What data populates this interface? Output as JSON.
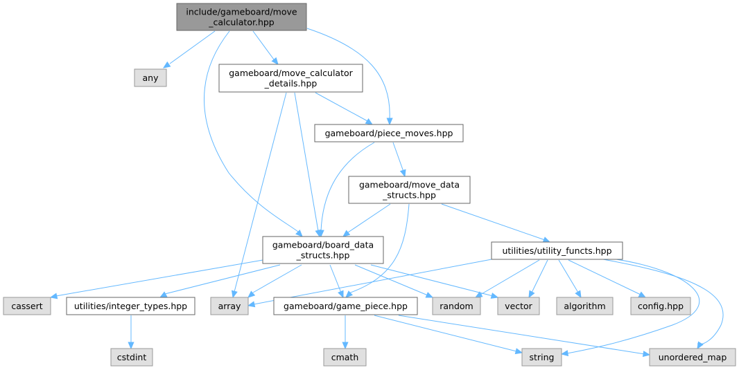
{
  "graph": {
    "title": "Include dependency graph for move_calculator.hpp",
    "colors": {
      "root_fill": "#999999",
      "root_stroke": "#666666",
      "node_fill": "#ffffff",
      "node_stroke": "#666666",
      "system_fill": "#e0e0e0",
      "system_stroke": "#999999",
      "edge": "#63b8ff"
    },
    "nodes": [
      {
        "id": "root",
        "kind": "root",
        "lines": [
          "include/gameboard/move",
          "_calculator.hpp"
        ]
      },
      {
        "id": "any",
        "kind": "system",
        "lines": [
          "any"
        ]
      },
      {
        "id": "mcd",
        "kind": "local",
        "lines": [
          "gameboard/move_calculator",
          "_details.hpp"
        ]
      },
      {
        "id": "pm",
        "kind": "local",
        "lines": [
          "gameboard/piece_moves.hpp"
        ]
      },
      {
        "id": "mds",
        "kind": "local",
        "lines": [
          "gameboard/move_data",
          "_structs.hpp"
        ]
      },
      {
        "id": "bds",
        "kind": "local",
        "lines": [
          "gameboard/board_data",
          "_structs.hpp"
        ]
      },
      {
        "id": "uf",
        "kind": "local",
        "lines": [
          "utilities/utility_functs.hpp"
        ]
      },
      {
        "id": "cassert",
        "kind": "system",
        "lines": [
          "cassert"
        ]
      },
      {
        "id": "it",
        "kind": "local",
        "lines": [
          "utilities/integer_types.hpp"
        ]
      },
      {
        "id": "array",
        "kind": "system",
        "lines": [
          "array"
        ]
      },
      {
        "id": "gp",
        "kind": "local",
        "lines": [
          "gameboard/game_piece.hpp"
        ]
      },
      {
        "id": "random",
        "kind": "system",
        "lines": [
          "random"
        ]
      },
      {
        "id": "vector",
        "kind": "system",
        "lines": [
          "vector"
        ]
      },
      {
        "id": "algorithm",
        "kind": "system",
        "lines": [
          "algorithm"
        ]
      },
      {
        "id": "config",
        "kind": "system",
        "lines": [
          "config.hpp"
        ]
      },
      {
        "id": "cstdint",
        "kind": "system",
        "lines": [
          "cstdint"
        ]
      },
      {
        "id": "cmath",
        "kind": "system",
        "lines": [
          "cmath"
        ]
      },
      {
        "id": "string",
        "kind": "system",
        "lines": [
          "string"
        ]
      },
      {
        "id": "umap",
        "kind": "system",
        "lines": [
          "unordered_map"
        ]
      }
    ],
    "edges": [
      {
        "from": "root",
        "to": "any"
      },
      {
        "from": "root",
        "to": "mcd"
      },
      {
        "from": "root",
        "to": "pm"
      },
      {
        "from": "root",
        "to": "bds"
      },
      {
        "from": "mcd",
        "to": "pm"
      },
      {
        "from": "mcd",
        "to": "bds"
      },
      {
        "from": "mcd",
        "to": "array"
      },
      {
        "from": "pm",
        "to": "mds"
      },
      {
        "from": "pm",
        "to": "bds"
      },
      {
        "from": "mds",
        "to": "bds"
      },
      {
        "from": "mds",
        "to": "gp"
      },
      {
        "from": "mds",
        "to": "uf"
      },
      {
        "from": "bds",
        "to": "cassert"
      },
      {
        "from": "bds",
        "to": "it"
      },
      {
        "from": "bds",
        "to": "array"
      },
      {
        "from": "bds",
        "to": "gp"
      },
      {
        "from": "bds",
        "to": "random"
      },
      {
        "from": "bds",
        "to": "vector"
      },
      {
        "from": "uf",
        "to": "array"
      },
      {
        "from": "uf",
        "to": "random"
      },
      {
        "from": "uf",
        "to": "vector"
      },
      {
        "from": "uf",
        "to": "algorithm"
      },
      {
        "from": "uf",
        "to": "config"
      },
      {
        "from": "uf",
        "to": "string"
      },
      {
        "from": "uf",
        "to": "umap"
      },
      {
        "from": "it",
        "to": "cstdint"
      },
      {
        "from": "gp",
        "to": "cmath"
      },
      {
        "from": "gp",
        "to": "string"
      },
      {
        "from": "gp",
        "to": "umap"
      }
    ]
  }
}
